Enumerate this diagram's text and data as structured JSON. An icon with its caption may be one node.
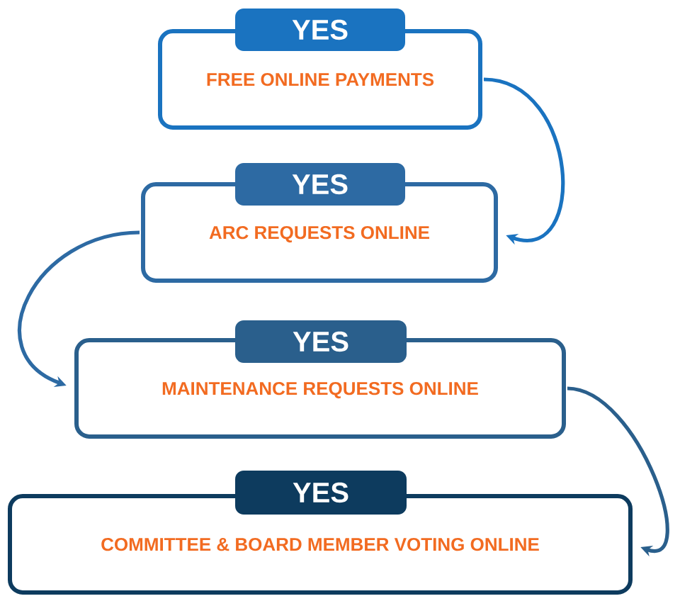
{
  "diagram": {
    "nodes": [
      {
        "text": [
          "YES"
        ]
      },
      {
        "text": [
          "FREE ONLINE PAYMENTS"
        ]
      },
      {
        "text": [
          "YES"
        ]
      },
      {
        "text": [
          "ARC REQUESTS ONLINE"
        ]
      },
      {
        "text": [
          "YES"
        ]
      },
      {
        "text": [
          "MAINTENANCE REQUESTS ONLINE"
        ]
      },
      {
        "text": [
          "YES"
        ]
      },
      {
        "text": [
          "COMMITTEE & BOARD MEMBER VOTING ONLINE"
        ]
      }
    ],
    "edges": [
      {
        "from": 1,
        "to": 3,
        "arrow": "to",
        "color": "#1a73c0"
      },
      {
        "from": 3,
        "to": 5,
        "arrow": "to",
        "color": "#2d6aa3"
      },
      {
        "from": 5,
        "to": 7,
        "arrow": "to",
        "color": "#2a5f8c"
      }
    ]
  }
}
